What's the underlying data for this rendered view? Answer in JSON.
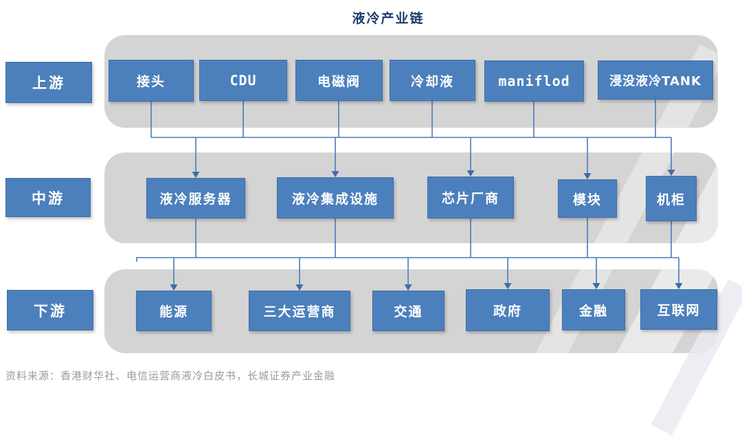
{
  "page": {
    "title": "液冷产业链",
    "source": "资料来源：香港财华社、电信运营商液冷白皮书，长城证券产业金融"
  },
  "colors": {
    "node_blue": "#4c80bc",
    "node_border": "#3f6da6",
    "container_gray": "#d4d4d4",
    "connector_blue": "#4a7ab8",
    "title_navy": "#1e3c6e",
    "source_gray": "#9a9a9a"
  },
  "rows": [
    {
      "id": "upstream",
      "label": "上游",
      "items": [
        "接头",
        "CDU",
        "电磁阀",
        "冷却液",
        "maniflod",
        "浸没液冷TANK"
      ]
    },
    {
      "id": "midstream",
      "label": "中游",
      "items": [
        "液冷服务器",
        "液冷集成设施",
        "芯片厂商",
        "模块",
        "机柜"
      ]
    },
    {
      "id": "downstream",
      "label": "下游",
      "items": [
        "能源",
        "三大运营商",
        "交通",
        "政府",
        "金融",
        "互联网"
      ]
    }
  ]
}
